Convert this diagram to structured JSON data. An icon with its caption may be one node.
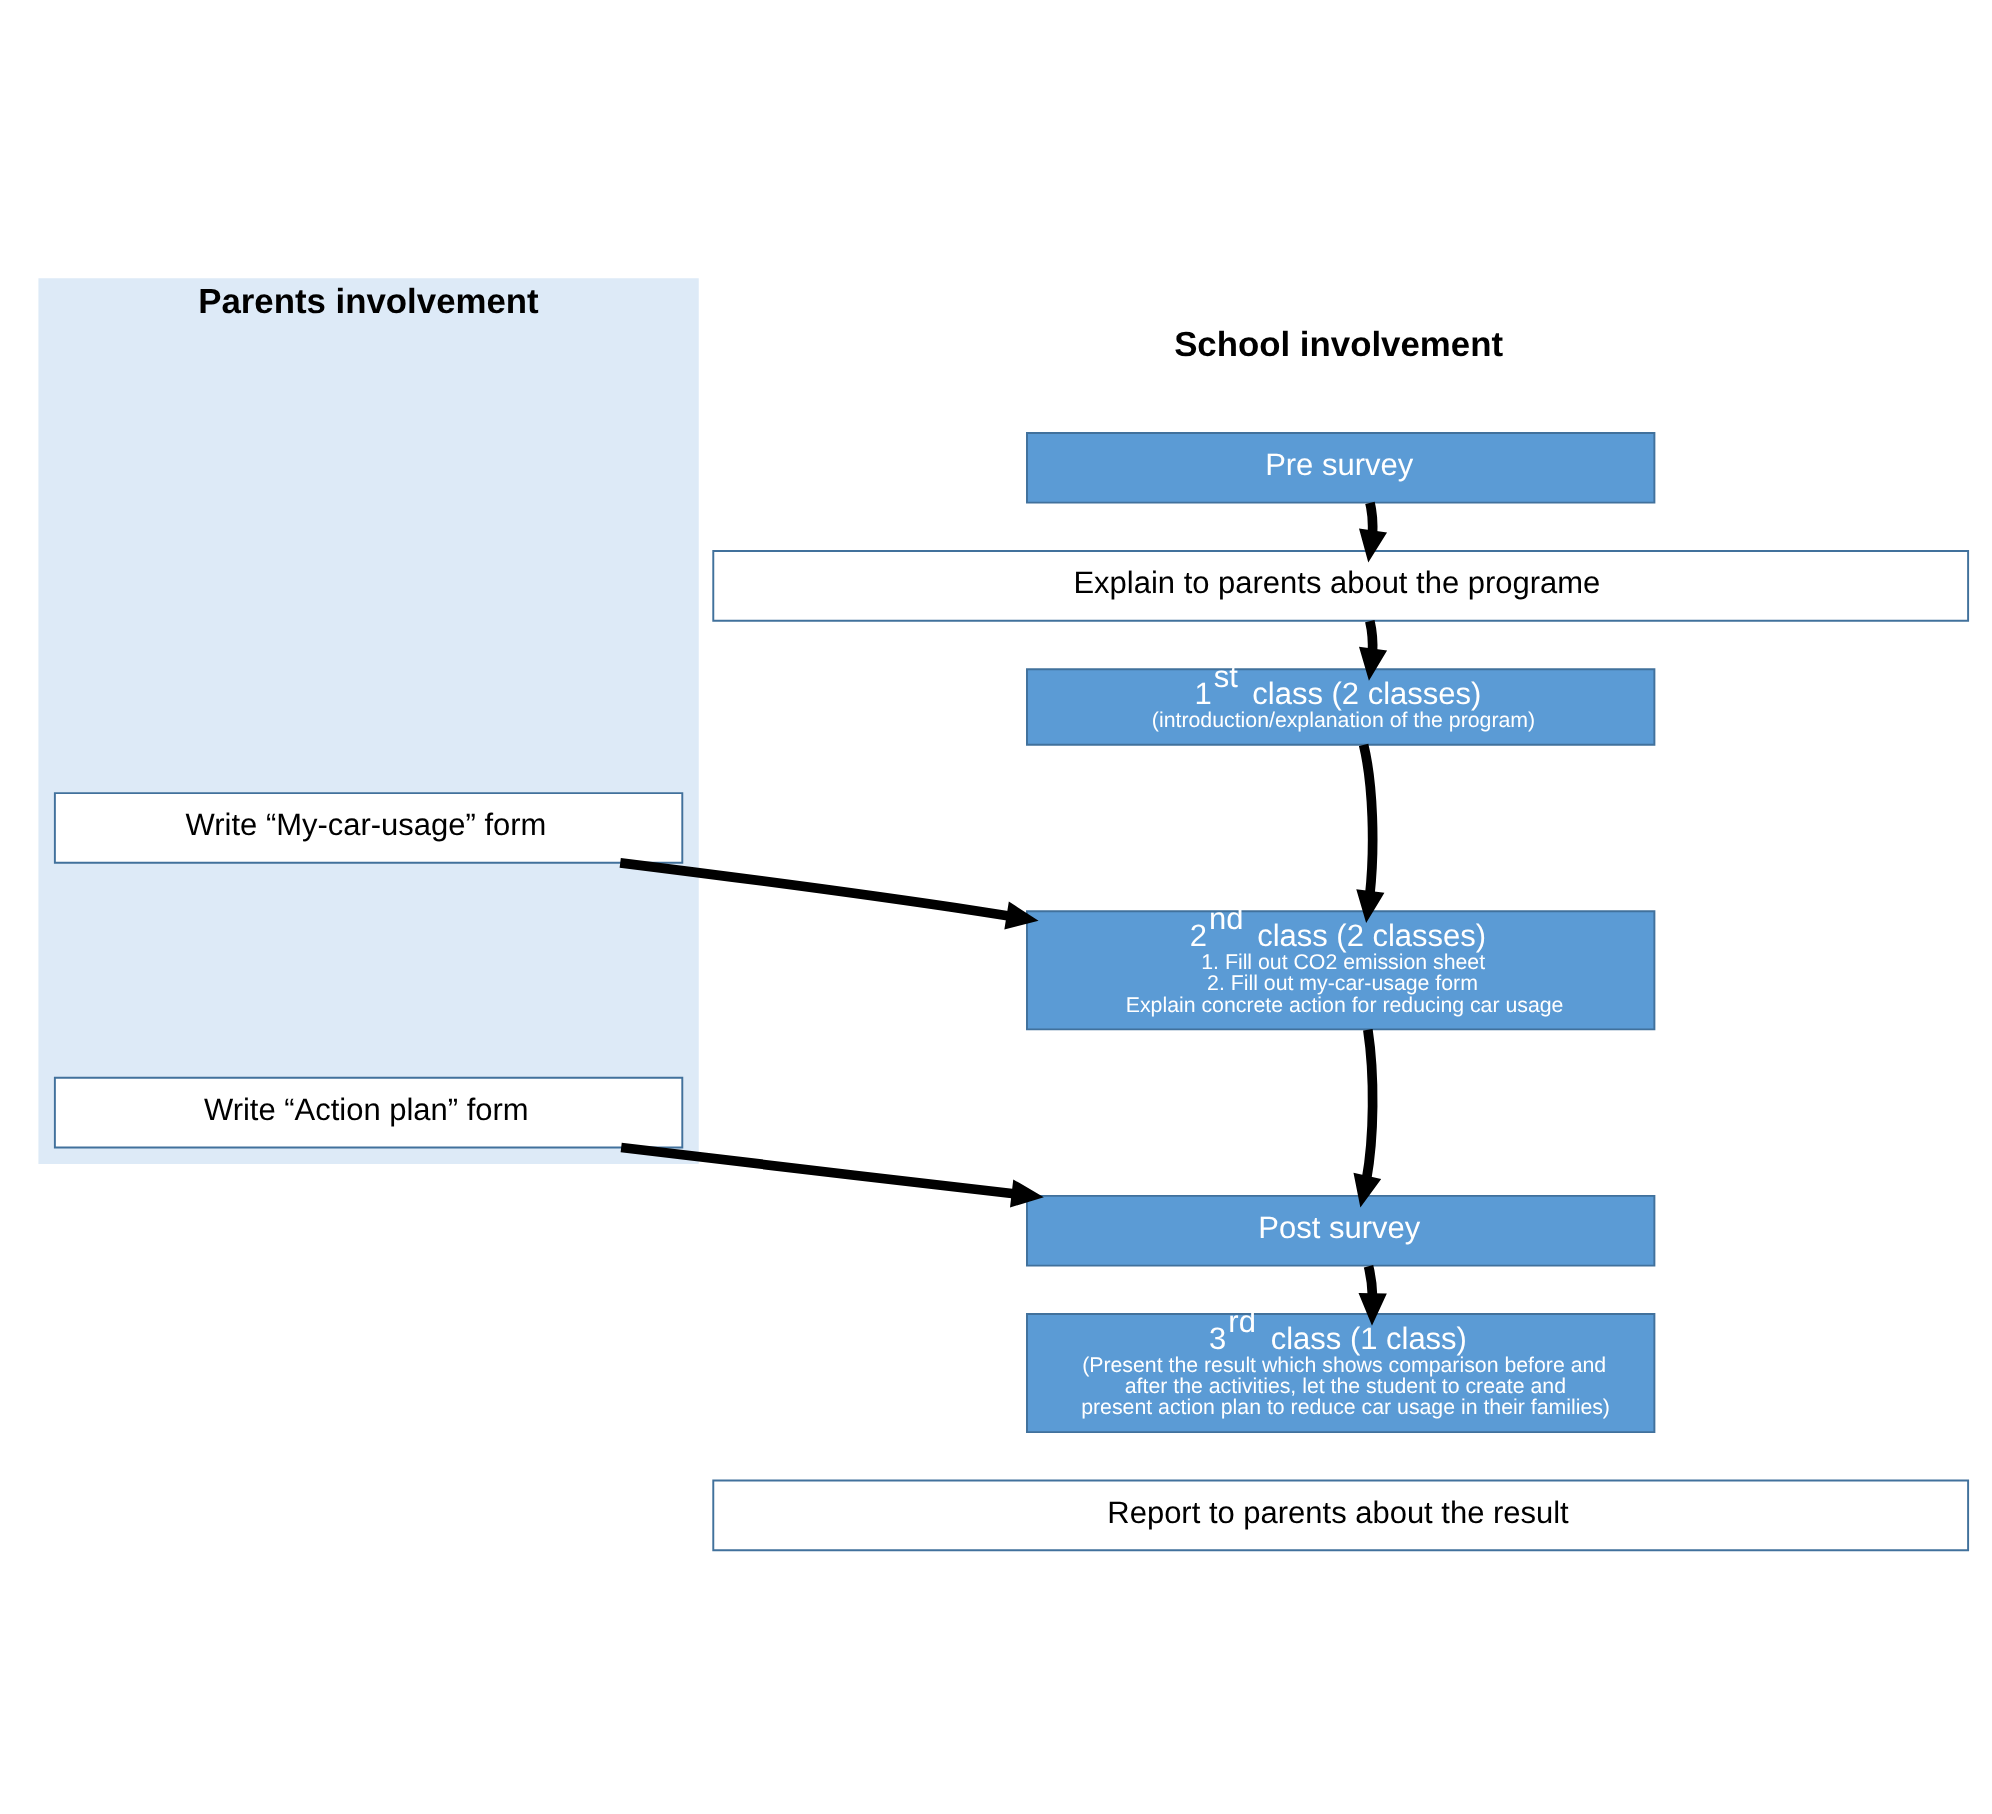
{
  "diagram": {
    "nodes": [
      {
        "text": [
          "Parents involvement"
        ]
      },
      {
        "text": [
          "Pre survey"
        ]
      },
      {
        "text": [
          "Explain to parents about the programe"
        ]
      },
      {
        "text": [
          "1$^{st}$ class (2 classes)",
          "(introduction/explanation of the program)"
        ]
      },
      {
        "text": [
          "Write “My-car-usage” form"
        ],
        "in": 0
      },
      {
        "text": [
          "2$^{nd}$ class (2 classes)",
          "1. Fill out CO2 emission sheet",
          "2. Fill out my-car-usage form",
          "Explain concrete action for reducing car usage"
        ]
      },
      {
        "text": [
          "Write “Action plan” form"
        ],
        "in": 0
      },
      {
        "text": [
          "Post survey"
        ]
      },
      {
        "text": [
          "3$^{rd}$ class (1 class)",
          "(Present the result which shows comparison before and after the activities, let the student to create and present action plan to reduce car usage in their families)"
        ]
      },
      {
        "text": [
          "Report to parents about the result"
        ]
      }
    ],
    "edges": [
      {
        "from": 1,
        "to": 2,
        "arrow": "to"
      },
      {
        "from": 2,
        "to": 3,
        "arrow": "to"
      },
      {
        "from": 3,
        "to": 5,
        "arrow": "to"
      },
      {
        "from": 4,
        "to": 5,
        "arrow": "to"
      },
      {
        "from": 5,
        "to": 7,
        "arrow": "to"
      },
      {
        "from": 6,
        "to": 7,
        "arrow": "to"
      },
      {
        "from": 7,
        "to": 8,
        "arrow": "to"
      }
    ],
    "labels": [
      "School involvement"
    ]
  }
}
